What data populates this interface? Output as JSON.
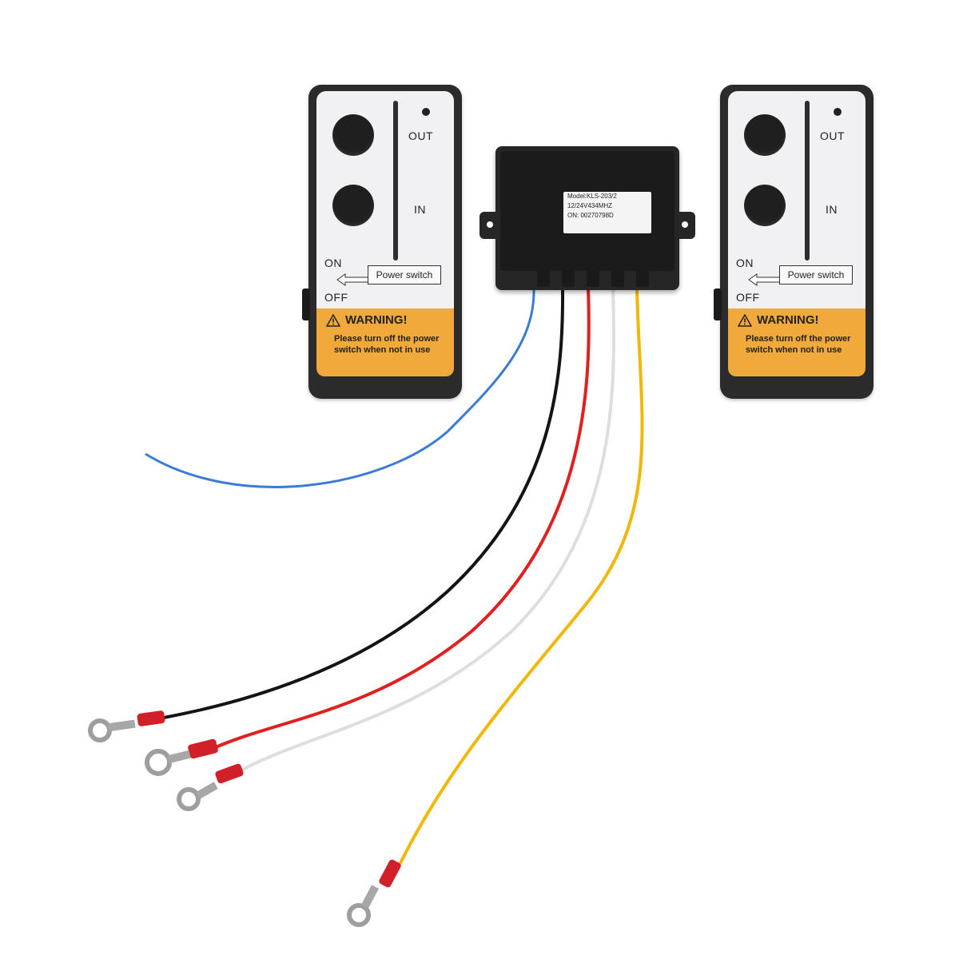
{
  "remotes": [
    {
      "out_label": "OUT",
      "in_label": "IN",
      "on_label": "ON",
      "off_label": "OFF",
      "power_switch": "Power switch",
      "warning_title": "WARNING!",
      "warning_text": "Please turn off the power switch when not in use"
    },
    {
      "out_label": "OUT",
      "in_label": "IN",
      "on_label": "ON",
      "off_label": "OFF",
      "power_switch": "Power switch",
      "warning_title": "WARNING!",
      "warning_text": "Please turn off the power switch when not in use"
    }
  ],
  "receiver": {
    "model": "Model:KLS-203/2",
    "spec": "12/24V434MHZ",
    "serial": "ON: 00270798D"
  },
  "wires": [
    {
      "name": "blue-wire",
      "color": "#3a7bd5"
    },
    {
      "name": "black-wire",
      "color": "#141414"
    },
    {
      "name": "red-wire",
      "color": "#e21f1f"
    },
    {
      "name": "white-wire",
      "color": "#dedede"
    },
    {
      "name": "yellow-wire",
      "color": "#f2b705"
    }
  ]
}
